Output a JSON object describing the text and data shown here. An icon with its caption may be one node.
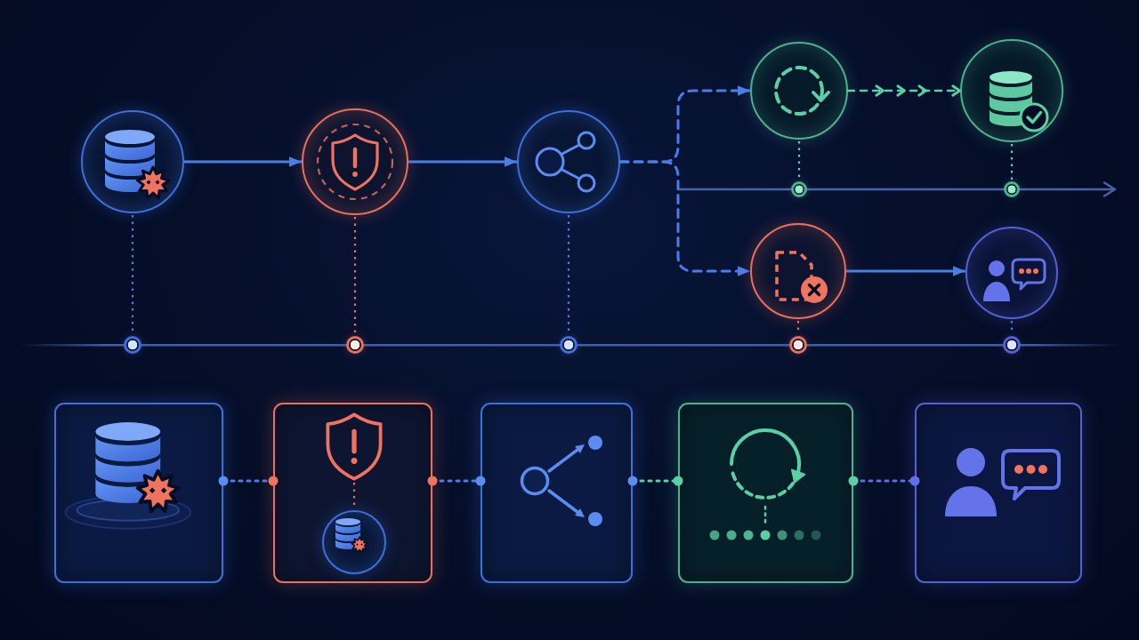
{
  "diagram": {
    "nodes": [
      {
        "text": [],
        "shape": "circle"
      },
      {
        "text": [],
        "shape": "circle"
      },
      {
        "text": [],
        "shape": "circle"
      },
      {
        "text": [],
        "shape": "circle"
      },
      {
        "text": [],
        "shape": "circle"
      },
      {
        "text": [],
        "shape": "circle"
      },
      {
        "text": [],
        "shape": "circle"
      },
      {
        "text": [],
        "shape": "circle"
      },
      {
        "text": [],
        "shape": "circle"
      },
      {
        "text": [],
        "shape": "circle"
      },
      {
        "text": [],
        "shape": "circle"
      },
      {
        "text": [],
        "shape": "circle"
      },
      {
        "text": [],
        "shape": "circle"
      },
      {
        "text": [],
        "shape": "circle"
      },
      {
        "text": [],
        "shape": "box"
      },
      {
        "text": [],
        "shape": "box"
      },
      {
        "text": [],
        "shape": "picture",
        "in": 15
      },
      {
        "text": [],
        "shape": "circle",
        "in": 15
      },
      {
        "text": [],
        "shape": "box"
      },
      {
        "text": [],
        "shape": "box"
      },
      {
        "text": [],
        "shape": "box"
      }
    ],
    "edges": [
      {
        "from": 0,
        "to": 1,
        "arrow": "to"
      },
      {
        "from": 1,
        "to": 2,
        "arrow": "to"
      },
      {
        "from": 2,
        "to": 3,
        "arrow": "to",
        "style": "dashed"
      },
      {
        "from": 2,
        "to": 7,
        "arrow": "to",
        "style": "dashed"
      },
      {
        "from": 3,
        "to": 4,
        "arrow": "to",
        "style": "dashed",
        "color": "#5ccfa6"
      },
      {
        "from": 7,
        "to": 8,
        "arrow": "to"
      },
      {
        "from": 0,
        "to": 9,
        "arrow": "none",
        "style": "dashed"
      },
      {
        "from": 1,
        "to": 10,
        "arrow": "none",
        "style": "dashed",
        "color": "#e8705e"
      },
      {
        "from": 2,
        "to": 11,
        "arrow": "none",
        "style": "dashed"
      },
      {
        "from": 7,
        "to": 12,
        "arrow": "none",
        "style": "dashed",
        "color": "#e8705e"
      },
      {
        "from": 8,
        "to": 13,
        "arrow": "none",
        "style": "dashed",
        "color": "#5c6de6"
      },
      {
        "from": 3,
        "to": 5,
        "arrow": "none",
        "style": "dashed",
        "color": "#5ccfa6"
      },
      {
        "from": 4,
        "to": 6,
        "arrow": "none",
        "style": "dashed",
        "color": "#5ccfa6"
      },
      {
        "from": 14,
        "to": 15,
        "arrow": "other",
        "style": "dashed"
      },
      {
        "from": 15,
        "to": 18,
        "arrow": "other",
        "style": "dashed"
      },
      {
        "from": 18,
        "to": 19,
        "arrow": "other",
        "style": "dashed",
        "color": "#5ccfa6"
      },
      {
        "from": 19,
        "to": 20,
        "arrow": "other",
        "style": "dashed",
        "color": "#5c6de6"
      },
      {
        "from": 16,
        "to": 17,
        "arrow": "none",
        "style": "dashed",
        "color": "#e8705e"
      }
    ]
  }
}
